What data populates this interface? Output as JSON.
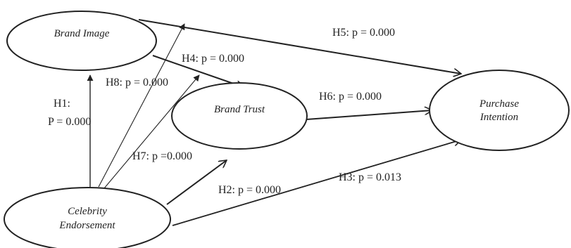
{
  "nodes": {
    "brand_image": {
      "lines": [
        "Brand Image"
      ]
    },
    "brand_trust": {
      "lines": [
        "Brand Trust"
      ]
    },
    "purchase_intention": {
      "lines": [
        "Purchase",
        "Intention"
      ]
    },
    "celebrity_endorsement": {
      "lines": [
        "Celebrity",
        "Endorsement"
      ]
    }
  },
  "edges": [
    {
      "id": "H1",
      "from": "celebrity_endorsement",
      "to": "brand_image",
      "label_lines": [
        "H1:",
        "P = 0.000"
      ]
    },
    {
      "id": "H2",
      "from": "celebrity_endorsement",
      "to": "brand_trust",
      "label_lines": [
        "H2: p = 0.000"
      ]
    },
    {
      "id": "H3",
      "from": "celebrity_endorsement",
      "to": "purchase_intention",
      "label_lines": [
        "H3: p = 0.013"
      ]
    },
    {
      "id": "H4",
      "from": "brand_image",
      "to": "brand_trust",
      "label_lines": [
        "H4: p = 0.000"
      ]
    },
    {
      "id": "H5",
      "from": "brand_image",
      "to": "purchase_intention",
      "label_lines": [
        "H5: p = 0.000"
      ]
    },
    {
      "id": "H6",
      "from": "brand_trust",
      "to": "purchase_intention",
      "label_lines": [
        "H6: p = 0.000"
      ]
    },
    {
      "id": "H7",
      "from": "celebrity_endorsement",
      "to": "brand_trust",
      "label_lines": [
        "H7: p =0.000"
      ]
    },
    {
      "id": "H8",
      "from": "celebrity_endorsement",
      "to": "brand_image",
      "label_lines": [
        "H8: p = 0.000"
      ]
    }
  ],
  "colors": {
    "stroke": "#222222",
    "text": "#222222",
    "background": "#ffffff"
  }
}
